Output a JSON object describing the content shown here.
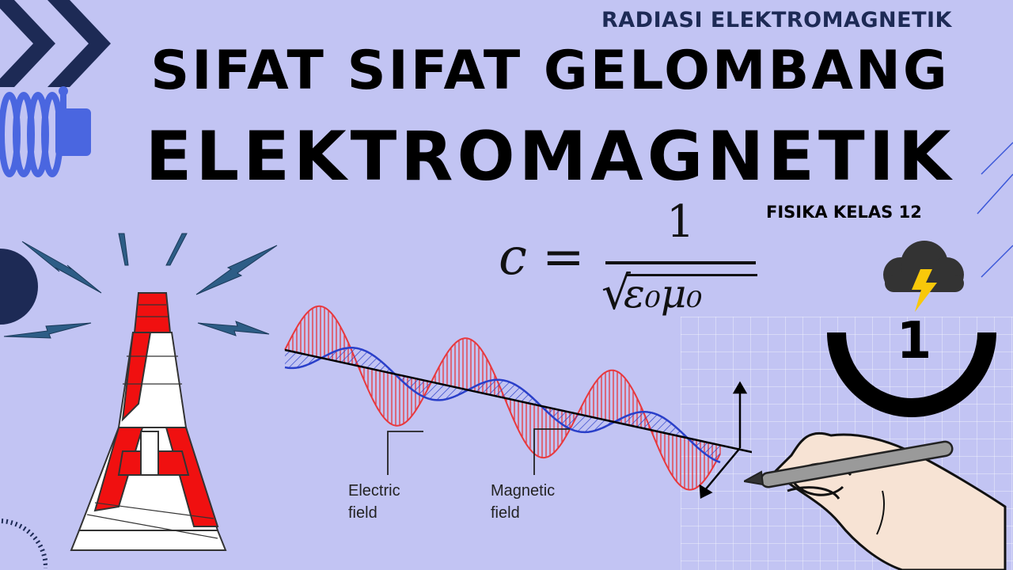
{
  "header": {
    "top_subtitle": "RADIASI ELEKTROMAGNETIK",
    "title_line1": "SIFAT SIFAT GELOMBANG",
    "title_line2": "ELEKTROMAGNETIK",
    "class_label": "FISIKA KELAS 12"
  },
  "formula": {
    "lhs": "c",
    "equals": "=",
    "numerator": "1",
    "denominator": "ε₀μ₀"
  },
  "diagram": {
    "electric_label": "Electric\nfield",
    "magnetic_label": "Magnetic\nfield"
  },
  "badge": {
    "number": "1"
  },
  "colors": {
    "background": "#c2c4f3",
    "navy": "#1d2a55",
    "electric": "#e8383d",
    "magnetic": "#2a3fc9",
    "tower_red": "#f01010"
  },
  "icons": [
    "fast-forward-icon",
    "coil-icon",
    "storm-cloud-icon",
    "lightning-icon",
    "radio-tower-icon",
    "hand-pen-icon"
  ]
}
